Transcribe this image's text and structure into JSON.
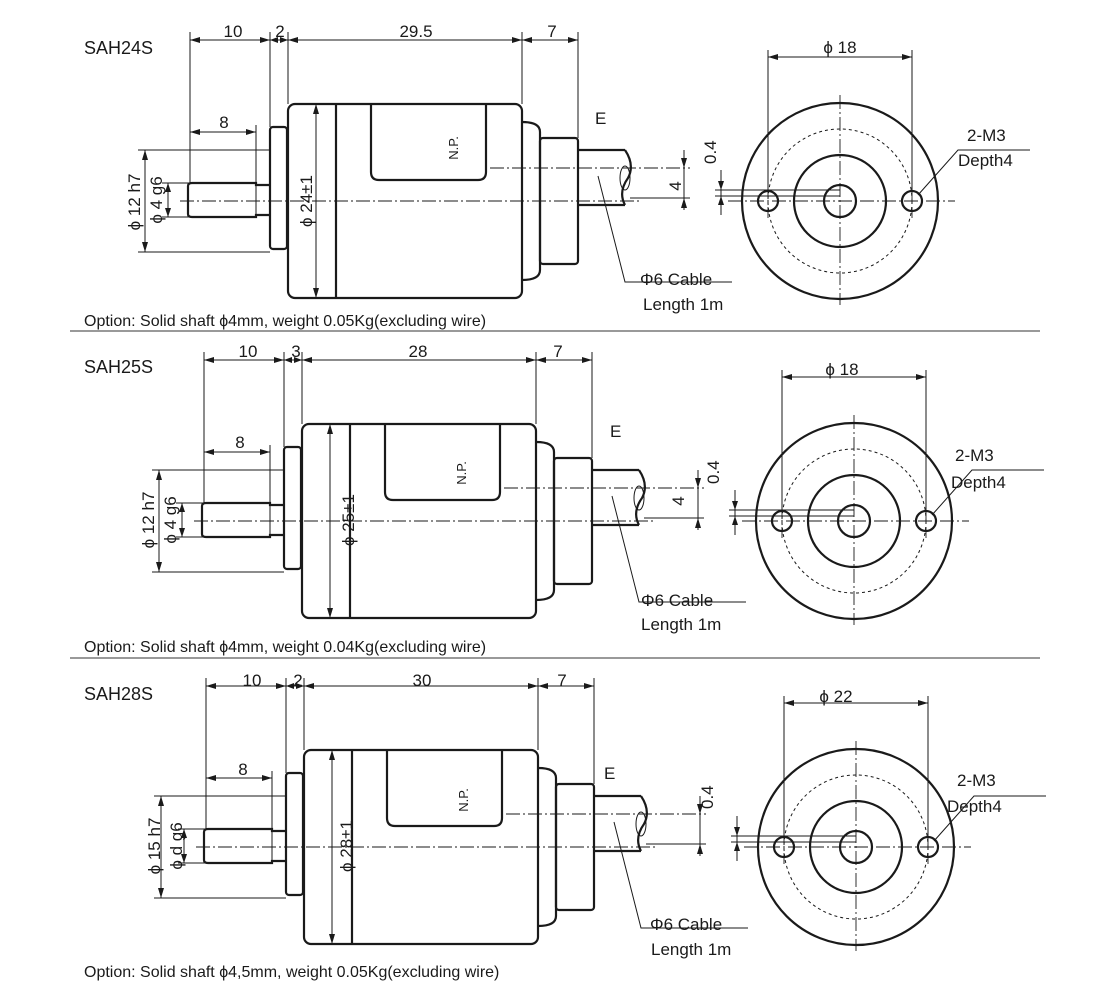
{
  "models": [
    {
      "title": "SAH24S",
      "dims": {
        "a": "10",
        "b": "2",
        "c": "29.5",
        "d": "7",
        "shaft_len": "8",
        "outer_dia": "ϕ 18",
        "offset": "0.4",
        "cable_offset": "4"
      },
      "vert": {
        "flange": "ϕ 12 h7",
        "shaft": "ϕ 4 g6",
        "body": "ϕ 24±1"
      },
      "np": "N.P.",
      "e_label": "E",
      "holes": "2-M3",
      "depth": "Depth4",
      "cable": "Φ6 Cable",
      "cable_len": "Length 1m",
      "option": "Option: Solid shaft ϕ4mm, weight 0.05Kg(excluding wire)"
    },
    {
      "title": "SAH25S",
      "dims": {
        "a": "10",
        "b": "3",
        "c": "28",
        "d": "7",
        "shaft_len": "8",
        "outer_dia": "ϕ 18",
        "offset": "0.4",
        "cable_offset": "4"
      },
      "vert": {
        "flange": "ϕ 12 h7",
        "shaft": "ϕ 4 g6",
        "body": "ϕ 25±1"
      },
      "np": "N.P.",
      "e_label": "E",
      "holes": "2-M3",
      "depth": "Depth4",
      "cable": "Φ6 Cable",
      "cable_len": "Length 1m",
      "option": "Option: Solid shaft ϕ4mm, weight 0.04Kg(excluding wire)"
    },
    {
      "title": "SAH28S",
      "dims": {
        "a": "10",
        "b": "2",
        "c": "30",
        "d": "7",
        "shaft_len": "8",
        "outer_dia": "ϕ 22",
        "offset": "0.4",
        "cable_offset": ""
      },
      "vert": {
        "flange": "ϕ 15 h7",
        "shaft": "ϕ d g6",
        "body": "ϕ 28±1"
      },
      "np": "N.P.",
      "e_label": "E",
      "holes": "2-M3",
      "depth": "Depth4",
      "cable": "Φ6 Cable",
      "cable_len": "Length 1m",
      "option": "Option: Solid shaft ϕ4,5mm, weight 0.05Kg(excluding wire)"
    }
  ]
}
